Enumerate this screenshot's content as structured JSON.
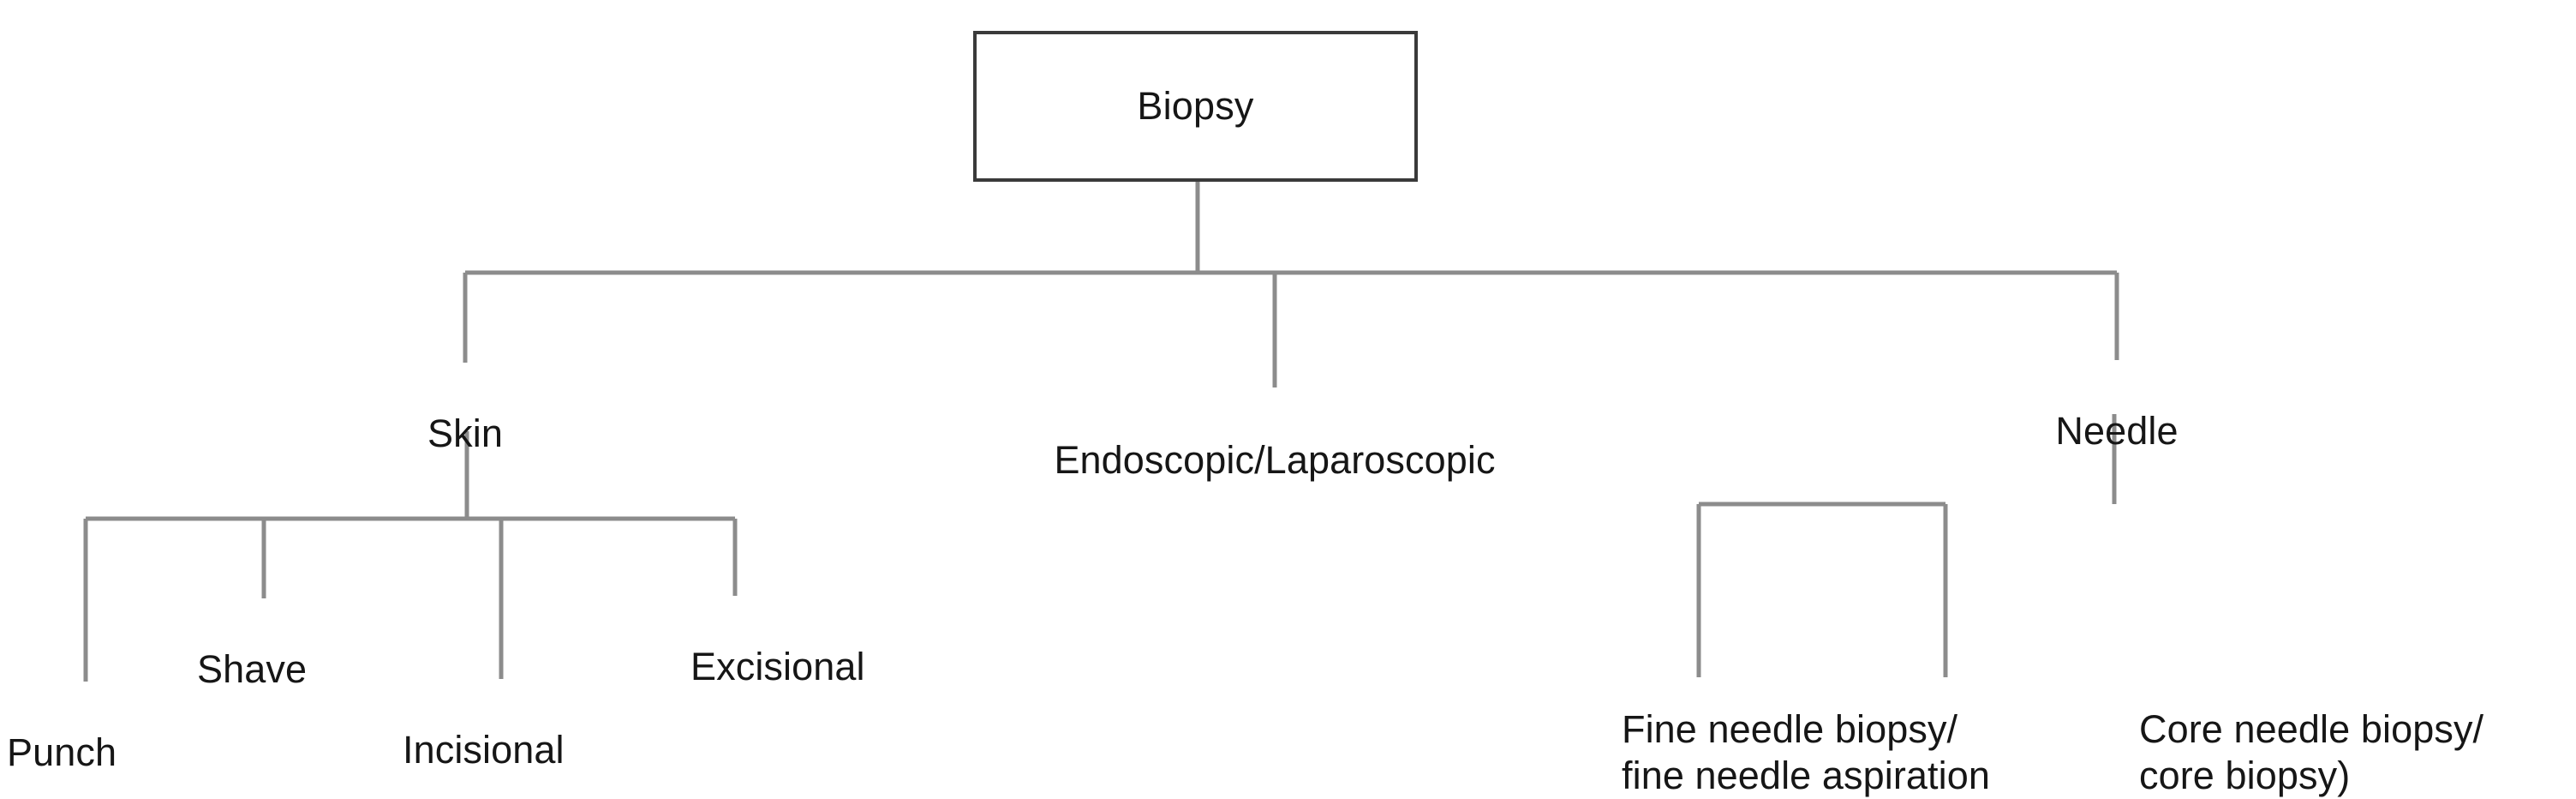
{
  "diagram": {
    "title": "Biopsy",
    "type": "tree",
    "orientation": "top-down",
    "background_color": "#ffffff",
    "line_color": "#8c8c8c",
    "box_border_color": "#3a3a3a",
    "text_color": "#161616",
    "root": {
      "id": "biopsy",
      "label": "Biopsy",
      "shape": "rectangle",
      "boxed": true
    },
    "level1": [
      {
        "id": "skin",
        "label": "Skin",
        "boxed": false
      },
      {
        "id": "endoscopic",
        "label": "Endoscopic/Laparoscopic",
        "boxed": false
      },
      {
        "id": "needle",
        "label": "Needle",
        "boxed": false
      }
    ],
    "skin_children": [
      {
        "id": "punch",
        "label": "Punch",
        "boxed": false
      },
      {
        "id": "shave",
        "label": "Shave",
        "boxed": false
      },
      {
        "id": "incisional",
        "label": "Incisional",
        "boxed": false
      },
      {
        "id": "excisional",
        "label": "Excisional",
        "boxed": false
      }
    ],
    "needle_children": [
      {
        "id": "fine-needle",
        "label": "Fine needle biopsy/\nfine needle aspiration",
        "boxed": false
      },
      {
        "id": "core-needle",
        "label": "Core needle biopsy/\ncore biopsy)",
        "boxed": false
      }
    ]
  }
}
